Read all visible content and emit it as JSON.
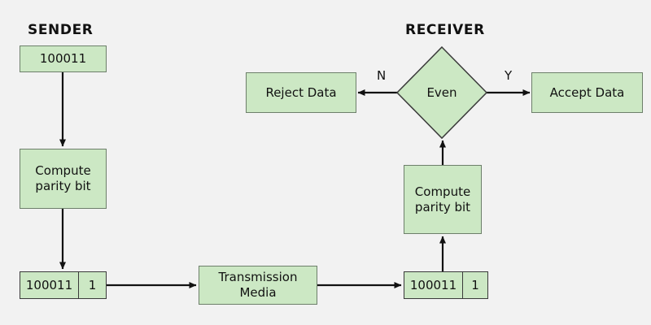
{
  "diagram": {
    "title_sender": "SENDER",
    "title_receiver": "RECEIVER",
    "background_color": "#f2f2f2",
    "node_fill_color": "#cce8c4",
    "node_border_color": "#6d7f6a",
    "frame_border_color": "#3a3a3a",
    "text_color": "#111111"
  },
  "sender": {
    "data_box": {
      "label": "100011"
    },
    "compute_box": {
      "line1": "Compute",
      "line2": "parity bit"
    },
    "frame_box": {
      "payload": "100011",
      "parity": "1"
    }
  },
  "channel": {
    "media_box": {
      "line1": "Transmission",
      "line2": "Media"
    }
  },
  "receiver": {
    "frame_box": {
      "payload": "100011",
      "parity": "1"
    },
    "compute_box": {
      "line1": "Compute",
      "line2": "parity bit"
    },
    "decision": {
      "label": "Even",
      "no_label": "N",
      "yes_label": "Y"
    },
    "reject_box": {
      "label": "Reject Data"
    },
    "accept_box": {
      "label": "Accept Data"
    }
  }
}
